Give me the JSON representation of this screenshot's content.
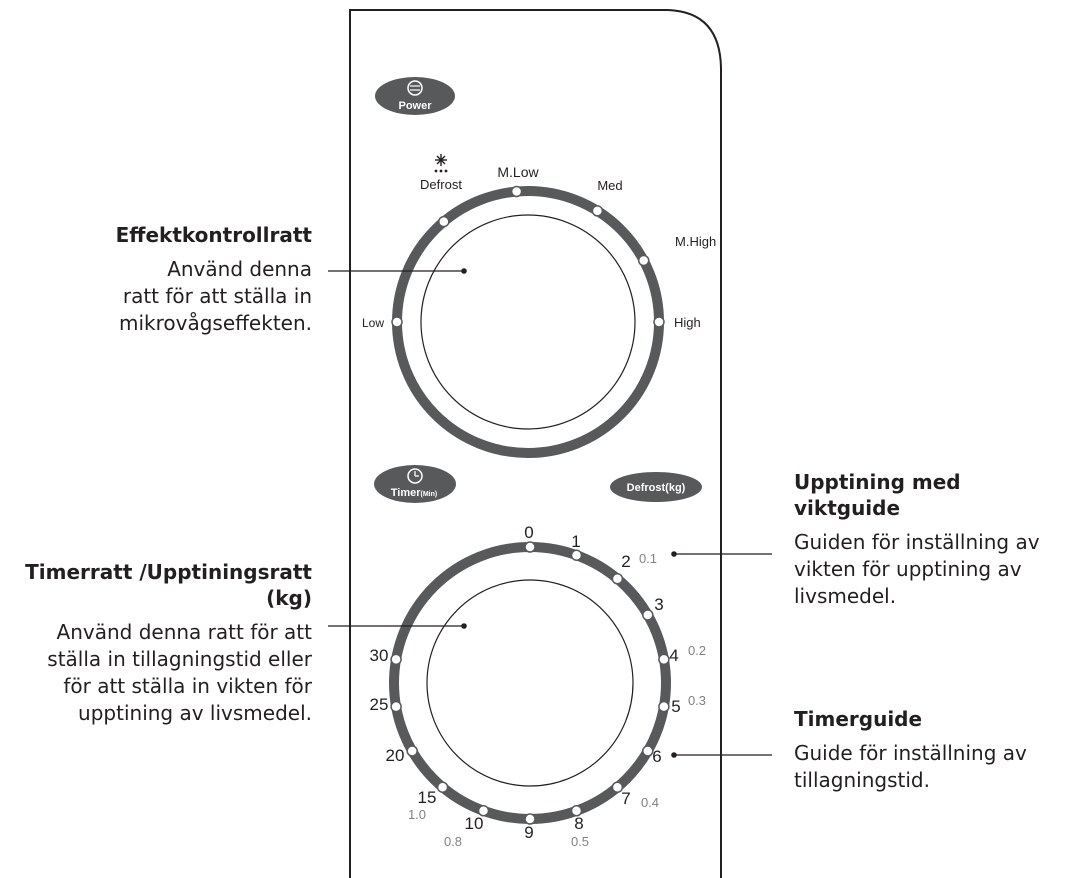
{
  "panel": {
    "power_label": "Power",
    "timer_label": "Timer",
    "timer_unit": "(Min)",
    "defrost_kg_label": "Defrost(kg)"
  },
  "power_dial": {
    "defrost_label": "Defrost",
    "labels": [
      "Low",
      "M.Low",
      "Med",
      "M.High",
      "High"
    ]
  },
  "timer_dial": {
    "minute_labels": [
      "0",
      "1",
      "2",
      "3",
      "4",
      "5",
      "6",
      "7",
      "8",
      "9",
      "10",
      "15",
      "20",
      "25",
      "30"
    ],
    "weight_labels": [
      "0.1",
      "0.2",
      "0.3",
      "0.4",
      "0.5",
      "0.8",
      "1.0"
    ]
  },
  "callouts": {
    "power_knob": {
      "title": "Effektkontrollratt",
      "lines": [
        "Använd denna",
        "ratt för att ställa in",
        "mikrovågseffekten."
      ]
    },
    "timer_knob": {
      "title_lines": [
        "Timerratt /Upptiningsratt",
        "(kg)"
      ],
      "lines": [
        "Använd denna ratt för att",
        "ställa in tillagningstid eller",
        "för att ställa in vikten för",
        "upptining av livsmedel."
      ]
    },
    "defrost_guide": {
      "title_lines": [
        "Upptining med",
        "viktguide"
      ],
      "lines": [
        "Guiden för inställning av",
        "vikten för upptining av",
        "livsmedel."
      ]
    },
    "timer_guide": {
      "title": "Timerguide",
      "lines": [
        "Guide för inställning av",
        "tillagningstid."
      ]
    }
  },
  "colors": {
    "dial_ring": "#58595b",
    "pill": "#58595b",
    "text": "#231f20",
    "weight_text": "#808285"
  }
}
